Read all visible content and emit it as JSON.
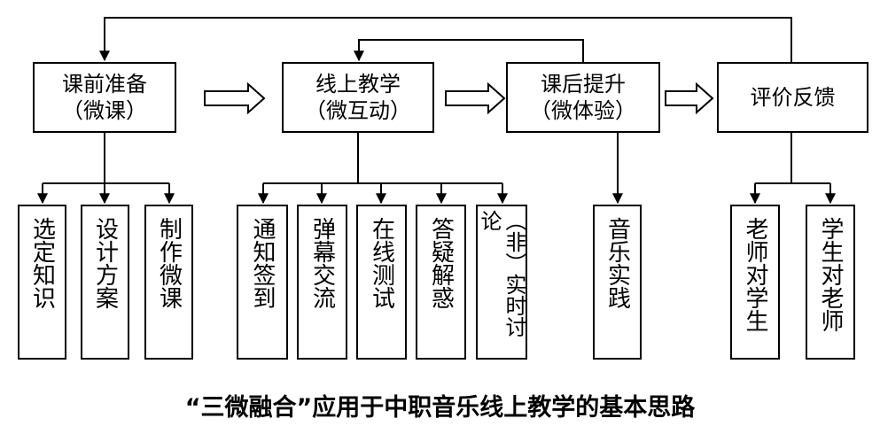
{
  "stages": [
    {
      "id": "prep",
      "line1": "课前准备",
      "line2": "（微课）"
    },
    {
      "id": "online",
      "line1": "线上教学",
      "line2": "（微互动）"
    },
    {
      "id": "after",
      "line1": "课后提升",
      "line2": "（微体验）"
    },
    {
      "id": "eval",
      "line1": "评价反馈",
      "line2": ""
    }
  ],
  "sub_items": {
    "prep": [
      "选定知识",
      "设计方案",
      "制作微课"
    ],
    "online": [
      "通知签到",
      "弹幕交流",
      "在线测试",
      "答疑解惑",
      "（非）实时讨论"
    ],
    "after": [
      "音乐实践"
    ],
    "eval": [
      "老师对学生",
      "学生对老师"
    ]
  },
  "caption": "“三微融合”应用于中职音乐线上教学的基本思路"
}
